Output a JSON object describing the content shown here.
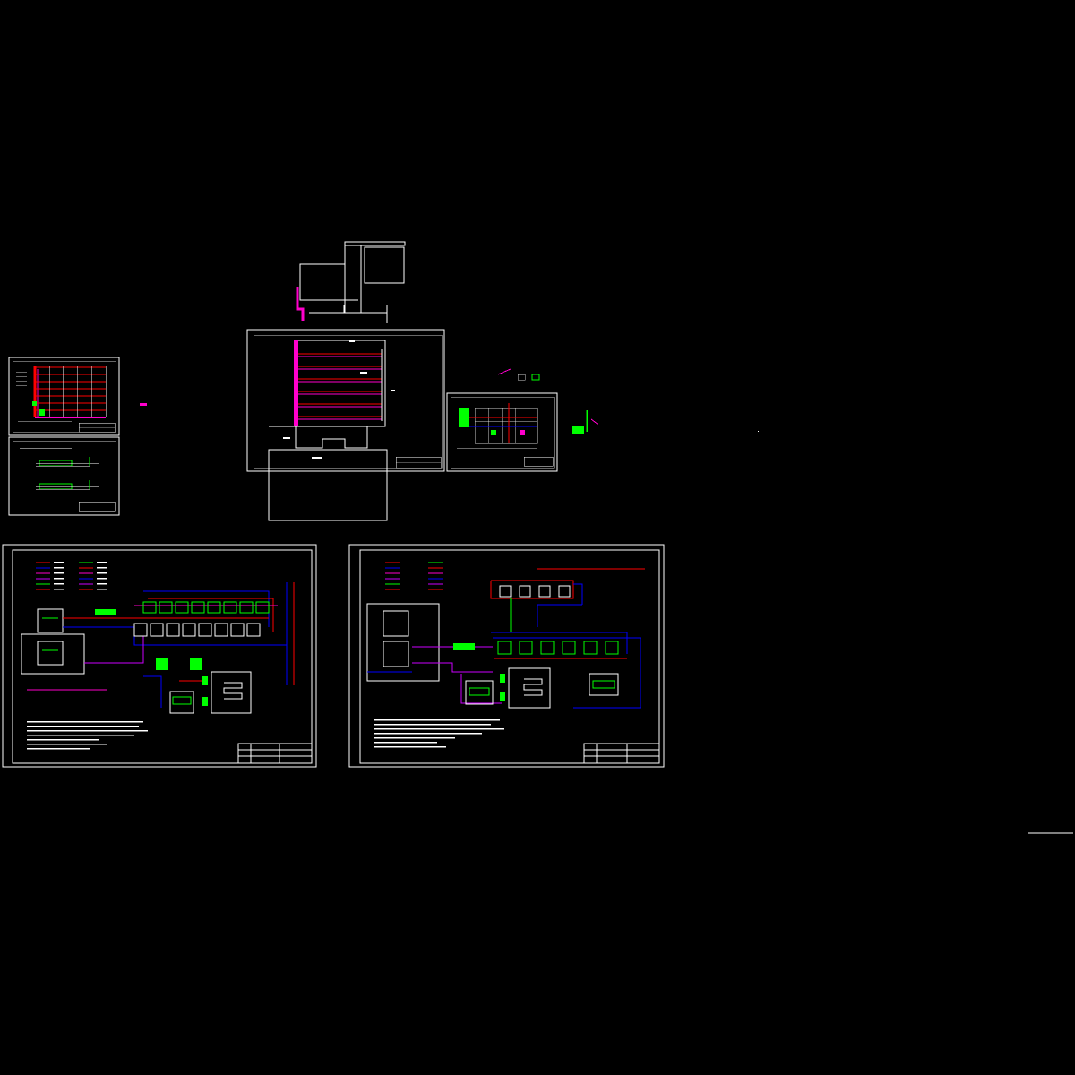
{
  "viewer": {
    "background": "#000000",
    "colors": {
      "frame": "#ffffff",
      "hot_supply": "#ff0000",
      "main_riser": "#ff00cc",
      "return_line": "#0000ff",
      "secondary": "#cc00ff",
      "equipment": "#00ff00",
      "annotation": "#ffffff"
    }
  },
  "sheets": [
    {
      "key": "riser-small",
      "icon": "riser-diagram-icon"
    },
    {
      "key": "section-small",
      "icon": "section-diagram-icon"
    },
    {
      "key": "building-riser",
      "icon": "building-elevation-icon"
    },
    {
      "key": "plan-detail",
      "icon": "equipment-plan-icon"
    },
    {
      "key": "system-left",
      "icon": "piping-schematic-icon"
    },
    {
      "key": "system-right",
      "icon": "piping-schematic-icon"
    }
  ]
}
